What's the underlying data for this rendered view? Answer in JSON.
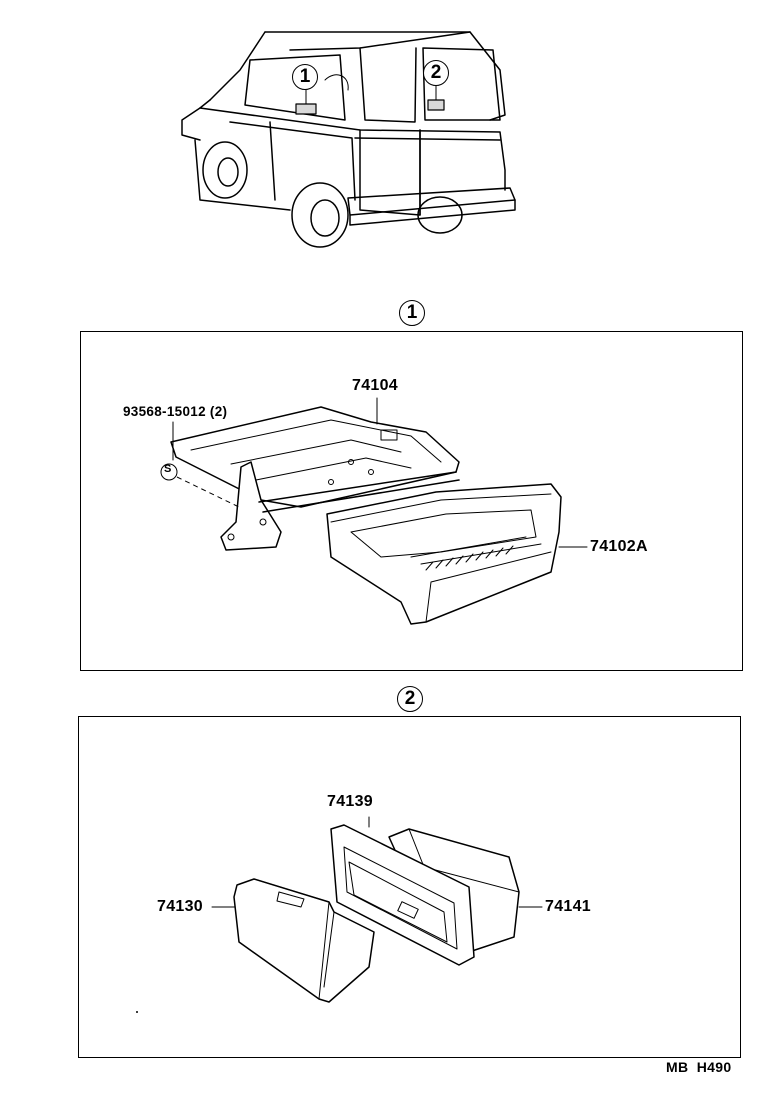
{
  "overview": {
    "callouts": [
      {
        "id": "1",
        "label": "1"
      },
      {
        "id": "2",
        "label": "2"
      }
    ]
  },
  "section1": {
    "marker": "1",
    "parts": [
      {
        "part_no": "74104"
      },
      {
        "part_no": "93568-15012 (2)"
      },
      {
        "part_no": "74102A"
      }
    ],
    "screw_symbol": "S"
  },
  "section2": {
    "marker": "2",
    "parts": [
      {
        "part_no": "74139"
      },
      {
        "part_no": "74130"
      },
      {
        "part_no": "74141"
      }
    ]
  },
  "footer": {
    "code": "MB  H490"
  }
}
